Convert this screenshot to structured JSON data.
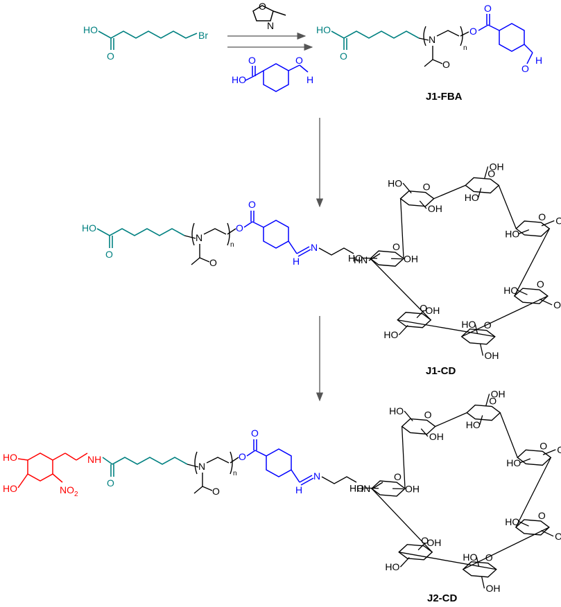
{
  "colors": {
    "teal": "#008080",
    "blue": "#0000ff",
    "red": "#ff0000",
    "black": "#000000"
  },
  "reagents": {
    "start_acid_label": "HO",
    "start_bromo_label": "Br",
    "oxazoline_o": "O",
    "oxazoline_n": "N",
    "fba_ho": "HO",
    "fba_o1": "O",
    "fba_o2": "O",
    "fba_h": "H"
  },
  "compounds": {
    "j1_fba": {
      "label": "J1-FBA",
      "ho": "HO",
      "n": "N",
      "repeat": "n",
      "ester_o": "O",
      "carbonyl_o": "O",
      "ald_o": "O",
      "ald_h": "H",
      "acid_o": "O",
      "acetyl_o": "O"
    },
    "j1_cd": {
      "label": "J1-CD",
      "ho": "HO",
      "n": "N",
      "repeat": "n",
      "ester_o": "O",
      "imine_n": "N",
      "imine_h": "H",
      "amine": "HN"
    },
    "j2_cd": {
      "label": "J2-CD",
      "ho_top": "HO",
      "ho_bottom": "HO",
      "nh": "NH",
      "no2": "NO",
      "no2_sub": "2",
      "n": "N",
      "repeat": "n",
      "ester_o": "O",
      "imine_n": "N",
      "imine_h": "H",
      "amine": "HN"
    }
  },
  "cyclodextrin": {
    "oh_label": "OH",
    "ho_label": "HO",
    "o_label": "O"
  }
}
